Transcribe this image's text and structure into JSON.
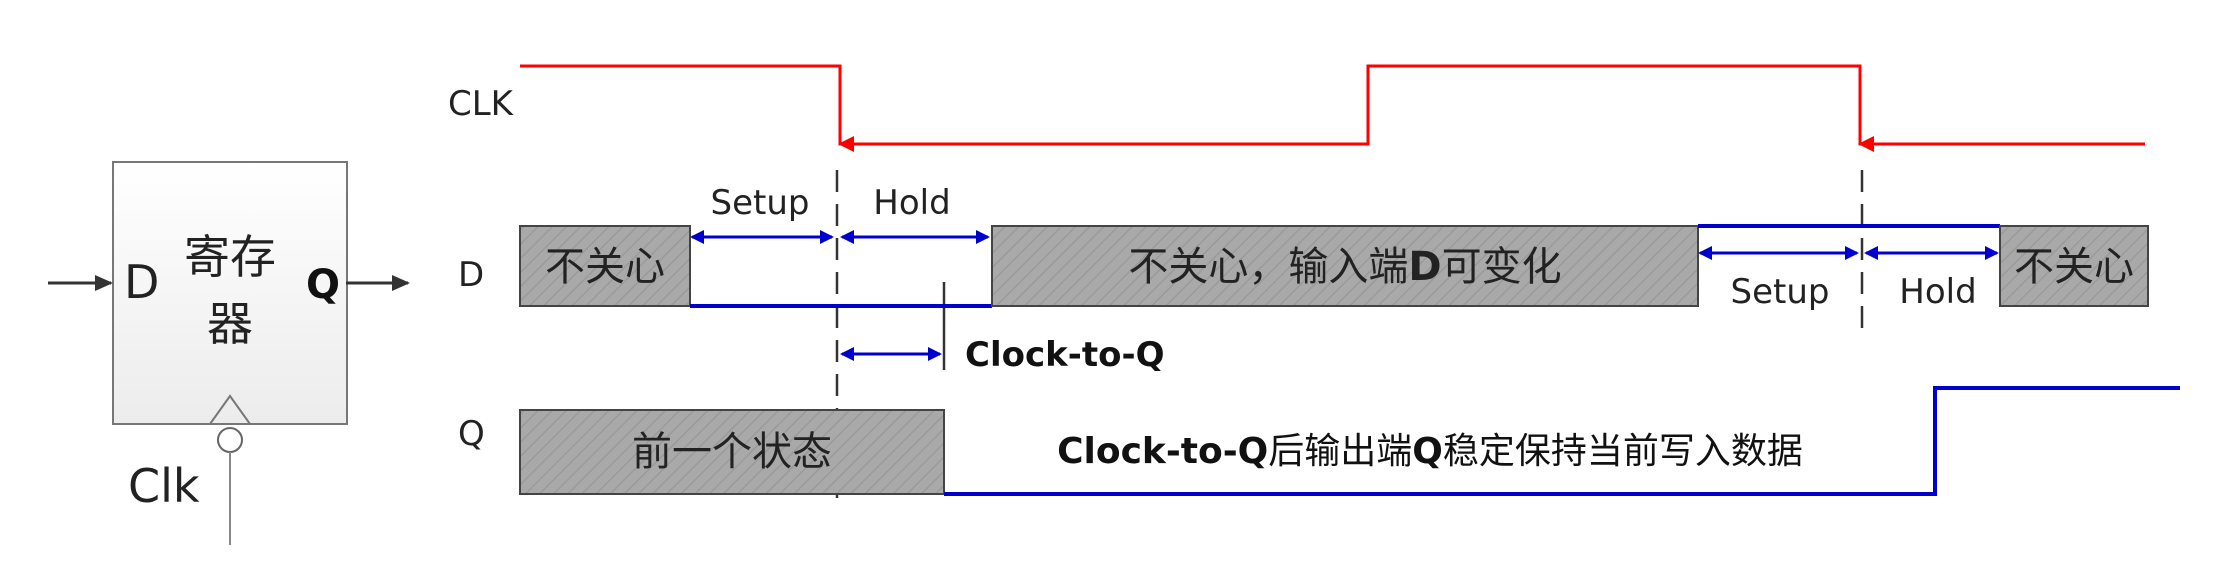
{
  "register": {
    "name_line1": "寄存",
    "name_line2": "器",
    "input_label": "D",
    "output_label": "Q",
    "clock_label": "Clk"
  },
  "signals": {
    "clk": "CLK",
    "d": "D",
    "q": "Q"
  },
  "timing": {
    "setup": "Setup",
    "hold": "Hold",
    "clock_to_q": "Clock-to-Q"
  },
  "d_segments": {
    "dont_care_1": "不关心",
    "dont_care_middle": "不关心，输入端",
    "dont_care_middle_bold": "D",
    "dont_care_middle_tail": "可变化",
    "dont_care_3": "不关心"
  },
  "q_segments": {
    "previous_state": "前一个状态",
    "after_bold": "Clock-to-Q",
    "after_text": "后输出端",
    "after_bold2": "Q",
    "after_tail": "稳定保持当前写入数据"
  },
  "colors": {
    "clock": "#ff0000",
    "data": "#0000cc",
    "hatch_fill": "#a9a9a9",
    "outline": "#333333"
  }
}
